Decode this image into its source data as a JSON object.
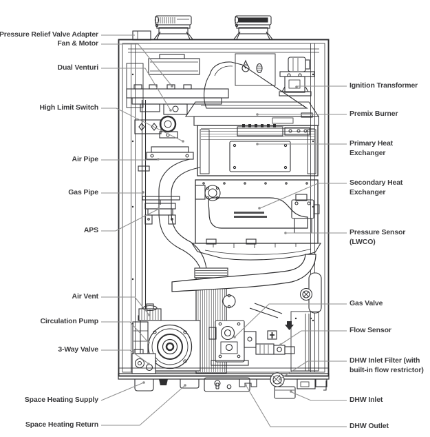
{
  "colors": {
    "background": "#ffffff",
    "drawing_line": "#2f2f31",
    "label_text": "#3b3b3d",
    "leader_line": "#8e8e8e"
  },
  "labels": {
    "left": [
      {
        "text": "Pressure Relief Valve Adapter"
      },
      {
        "text": "Fan & Motor"
      },
      {
        "text": "Dual Venturi"
      },
      {
        "text": "High Limit Switch"
      },
      {
        "text": "Air Pipe"
      },
      {
        "text": "Gas Pipe"
      },
      {
        "text": "APS"
      },
      {
        "text": "Air Vent"
      },
      {
        "text": "Circulation Pump"
      },
      {
        "text": "3-Way Valve"
      },
      {
        "text": "Space Heating Supply"
      },
      {
        "text": "Space Heating Return"
      }
    ],
    "right": [
      {
        "text": "Ignition Transformer"
      },
      {
        "text": "Premix Burner"
      },
      {
        "text": "Primary Heat Exchanger"
      },
      {
        "text": "Secondary Heat Exchanger"
      },
      {
        "text": "Pressure Sensor (LWCO)"
      },
      {
        "text": "Gas Valve"
      },
      {
        "text": "Flow Sensor"
      },
      {
        "text": "DHW Inlet Filter (with built-in flow restrictor)"
      },
      {
        "text": "DHW Inlet"
      },
      {
        "text": "DHW Outlet"
      }
    ]
  }
}
